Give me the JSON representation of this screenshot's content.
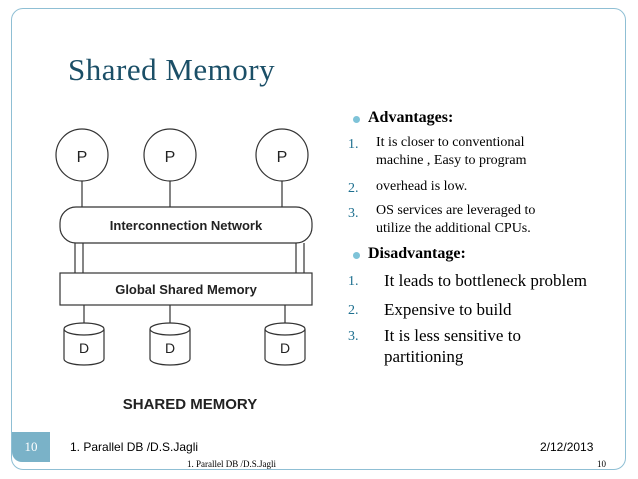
{
  "slide": {
    "title": "Shared Memory"
  },
  "diagram": {
    "processor_label": "P",
    "interconnect_label": "Interconnection Network",
    "memory_label": "Global Shared Memory",
    "disk_label": "D",
    "caption": "SHARED MEMORY"
  },
  "advantages": {
    "heading": "Advantages:",
    "items": [
      {
        "num": "1.",
        "lines": [
          "It is closer to conventional",
          "machine , Easy to program"
        ]
      },
      {
        "num": "2.",
        "lines": [
          "overhead is low."
        ]
      },
      {
        "num": "3.",
        "lines": [
          "OS services are leveraged to",
          "utilize the additional CPUs."
        ]
      }
    ]
  },
  "disadvantages": {
    "heading": "Disadvantage:",
    "items": [
      {
        "num": "1.",
        "lines": [
          "It leads to bottleneck problem"
        ]
      },
      {
        "num": "2.",
        "lines": [
          "Expensive to build"
        ]
      },
      {
        "num": "3.",
        "lines": [
          "It is less sensitive to",
          "partitioning"
        ]
      }
    ]
  },
  "footer": {
    "slide_badge": "10",
    "left_text": "1. Parallel DB /D.S.Jagli",
    "date": "2/12/2013",
    "center_text": "1. Parallel DB /D.S.Jagli",
    "page_number": "10"
  },
  "colors": {
    "title": "#1b4f67",
    "bullet": "#7ec3d8",
    "numbering": "#1d6f8f",
    "badge": "#7ab2c8",
    "frame": "#8fbfd4"
  }
}
